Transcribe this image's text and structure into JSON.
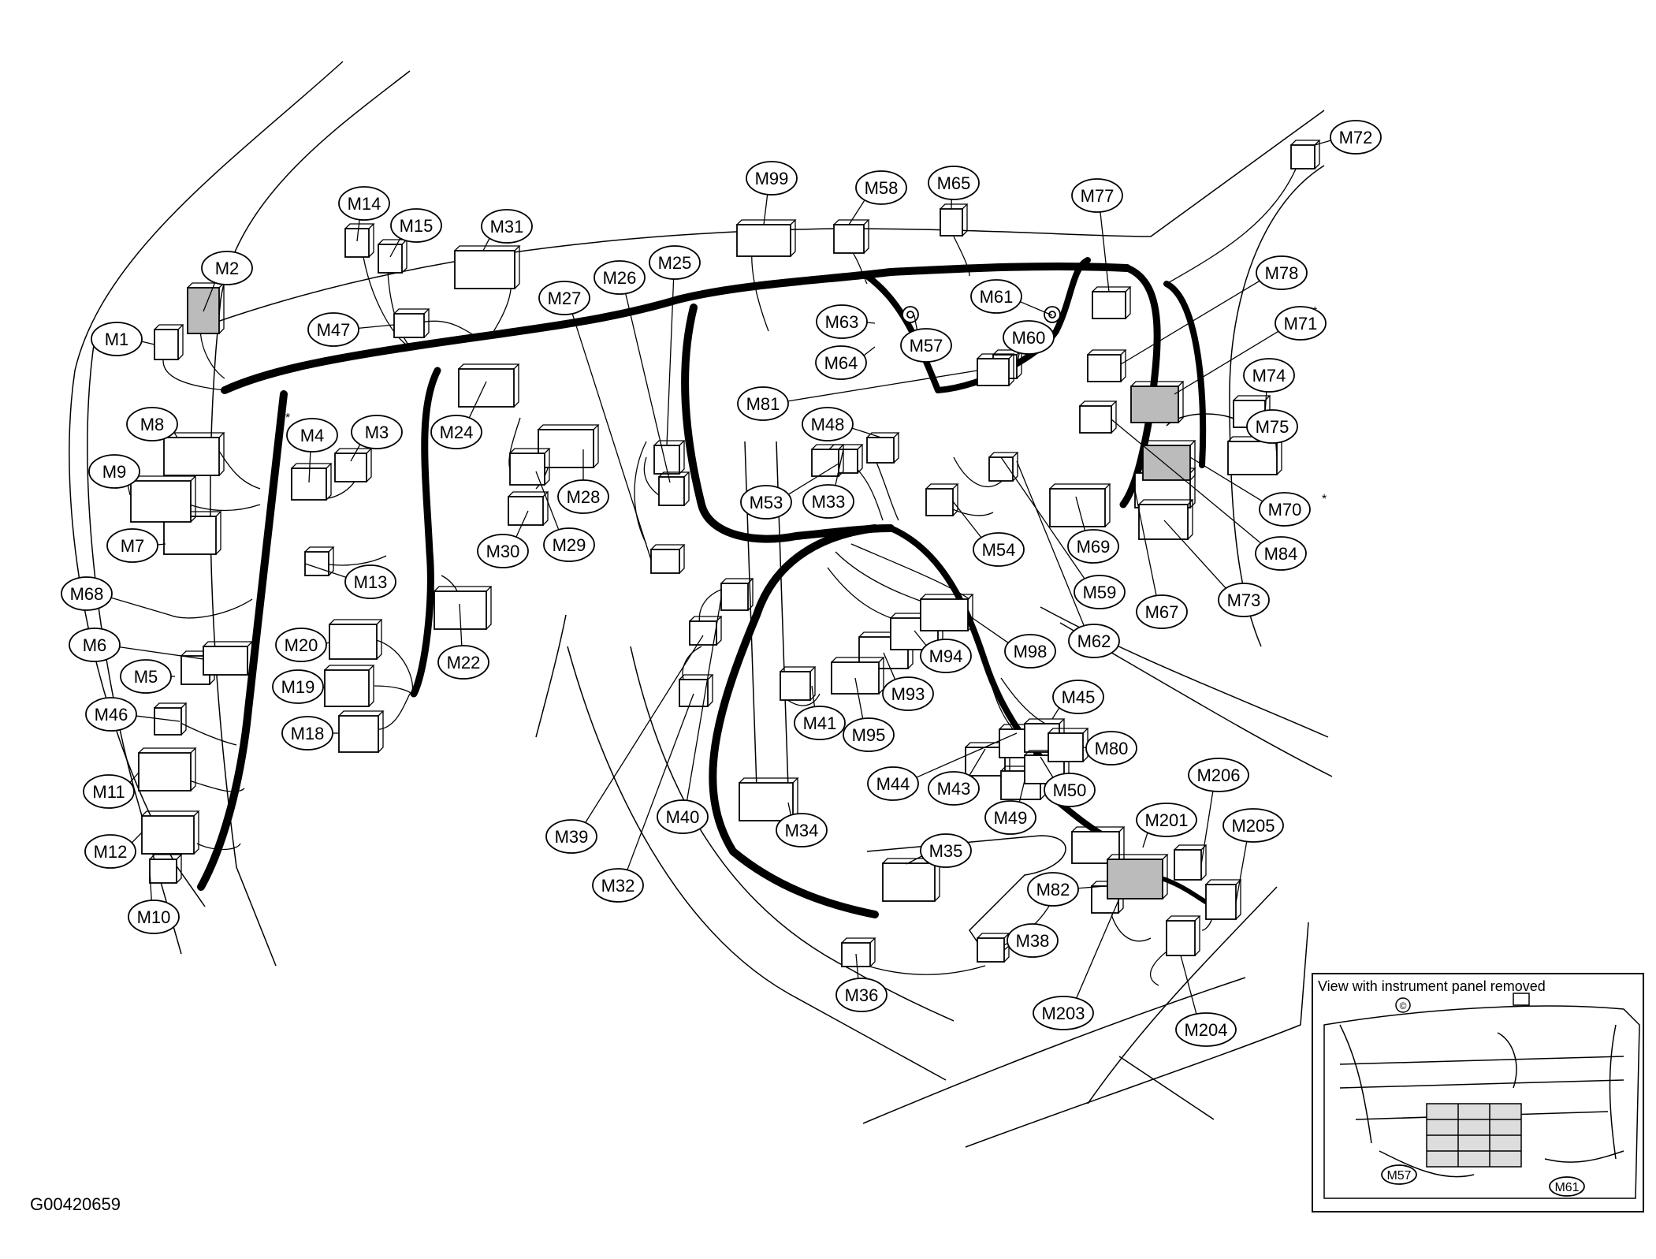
{
  "figure_code": "G00420659",
  "inset_title": "View with instrument panel removed",
  "inset_labels": [
    "M57",
    "M61"
  ],
  "inset_copyright_icon": "copyright-icon",
  "star_marks": [
    "*",
    "*",
    "*"
  ],
  "connector_labels": [
    "M1",
    "M2",
    "M3",
    "M4",
    "M5",
    "M6",
    "M7",
    "M8",
    "M9",
    "M10",
    "M11",
    "M12",
    "M13",
    "M14",
    "M15",
    "M18",
    "M19",
    "M20",
    "M22",
    "M24",
    "M25",
    "M26",
    "M27",
    "M28",
    "M29",
    "M30",
    "M31",
    "M32",
    "M33",
    "M34",
    "M35",
    "M36",
    "M38",
    "M39",
    "M40",
    "M41",
    "M43",
    "M44",
    "M45",
    "M46",
    "M47",
    "M48",
    "M49",
    "M50",
    "M53",
    "M54",
    "M57",
    "M58",
    "M59",
    "M60",
    "M61",
    "M62",
    "M63",
    "M64",
    "M65",
    "M67",
    "M68",
    "M69",
    "M70",
    "M71",
    "M72",
    "M73",
    "M74",
    "M75",
    "M77",
    "M78",
    "M80",
    "M81",
    "M82",
    "M84",
    "M93",
    "M94",
    "M95",
    "M98",
    "M99",
    "M201",
    "M203",
    "M204",
    "M205",
    "M206"
  ]
}
